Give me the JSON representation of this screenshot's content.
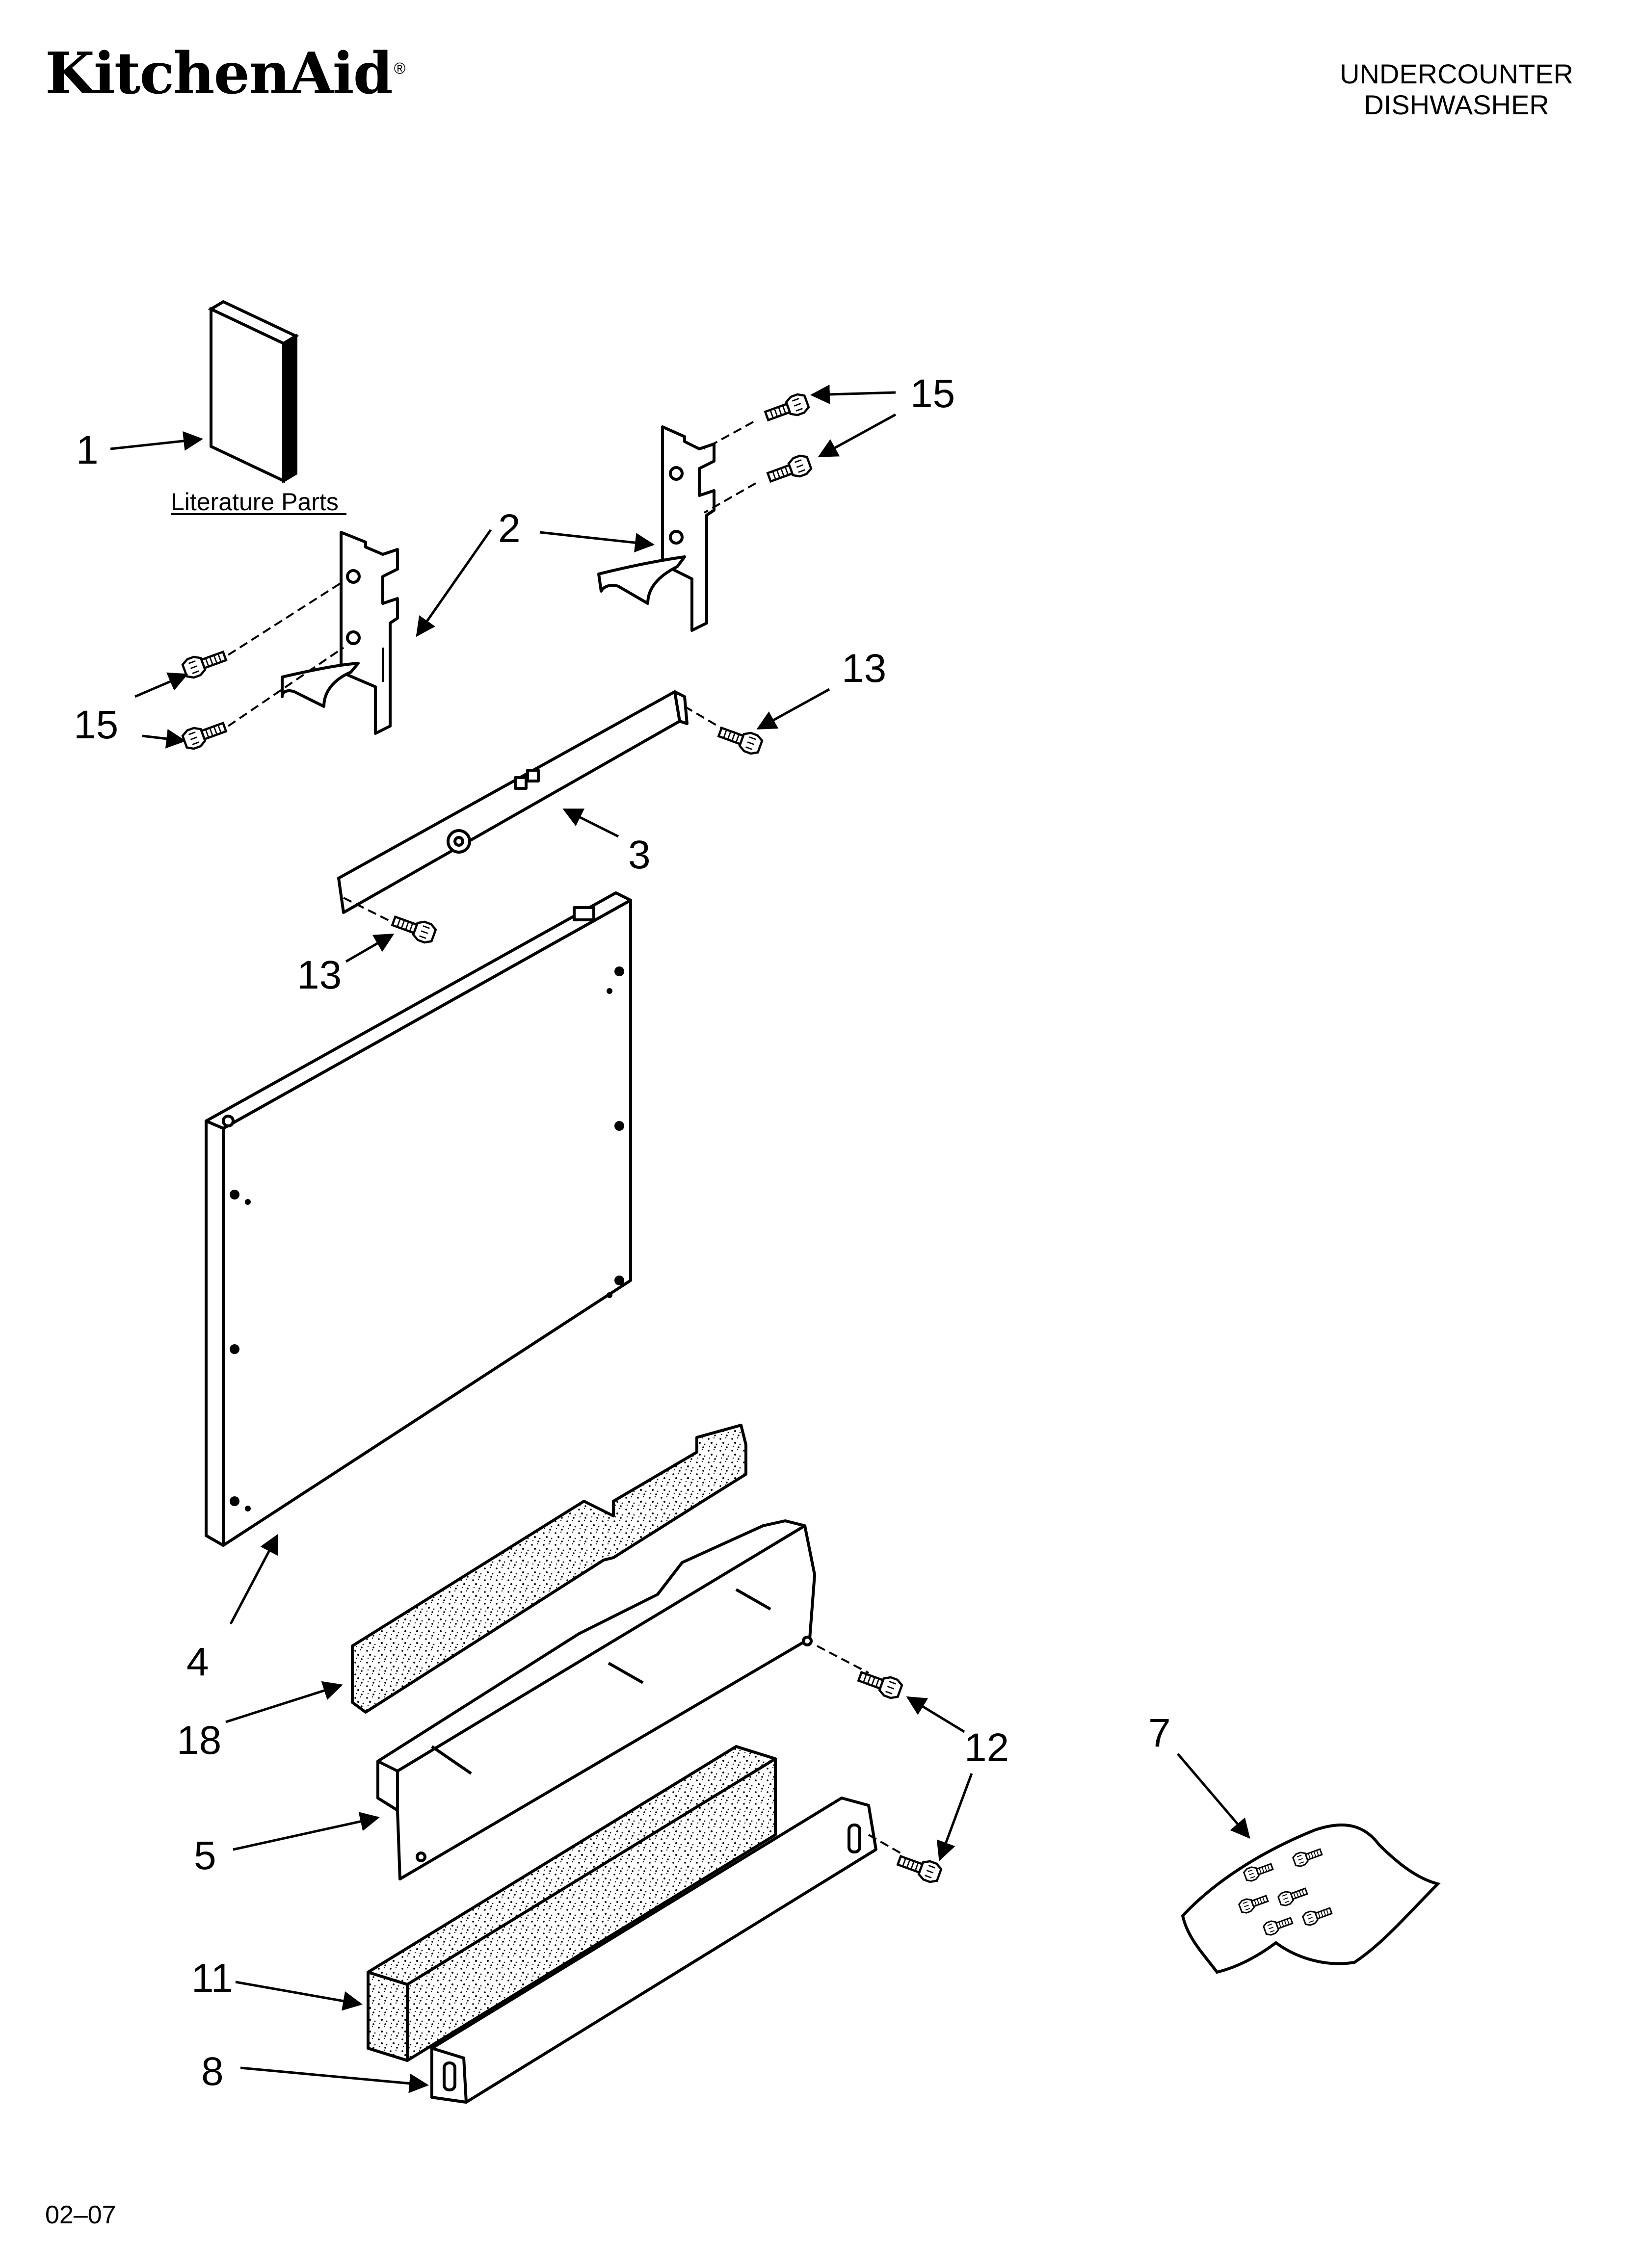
{
  "header": {
    "brand": "KitchenAid",
    "brand_mark": "®",
    "title_line1": "UNDERCOUNTER",
    "title_line2": "DISHWASHER"
  },
  "diagram": {
    "literature_label": "Literature Parts",
    "callouts": {
      "c1": "1",
      "c2": "2",
      "c3": "3",
      "c4": "4",
      "c5": "5",
      "c7": "7",
      "c8": "8",
      "c11": "11",
      "c12": "12",
      "c13_right": "13",
      "c13_left": "13",
      "c15_right": "15",
      "c15_left": "15",
      "c18": "18"
    }
  },
  "footer": {
    "code": "02–07"
  },
  "colors": {
    "ink": "#000000",
    "paper": "#ffffff",
    "foam": "#ffffff"
  }
}
